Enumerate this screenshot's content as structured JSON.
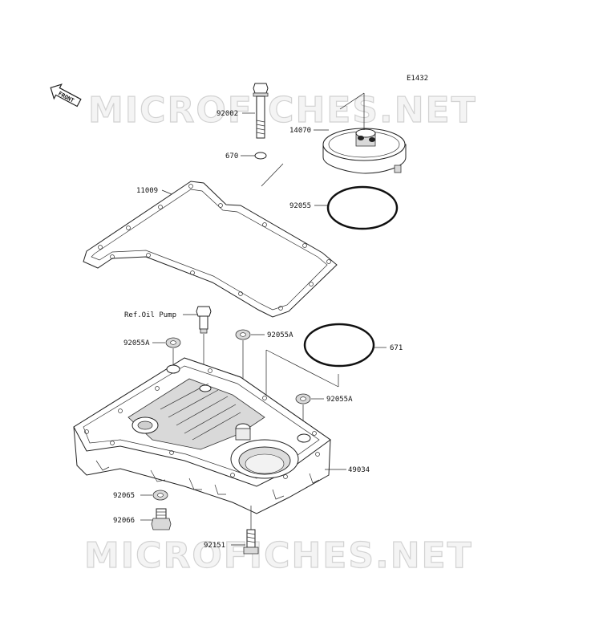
{
  "diagram": {
    "code": "E1432",
    "front_label": "FRONT",
    "watermarks": [
      "MICROFICHES.NET",
      "MICROFICHES.NET"
    ],
    "labels": {
      "p92002": "92002",
      "p14070": "14070",
      "p670": "670",
      "p11009": "11009",
      "p92055": "92055",
      "ref_oil_pump": "Ref.Oil Pump",
      "p92055A_left": "92055A",
      "p92055A_mid": "92055A",
      "p671": "671",
      "p92055A_right": "92055A",
      "p49034": "49034",
      "p92065": "92065",
      "p92066": "92066",
      "p92151": "92151"
    }
  }
}
